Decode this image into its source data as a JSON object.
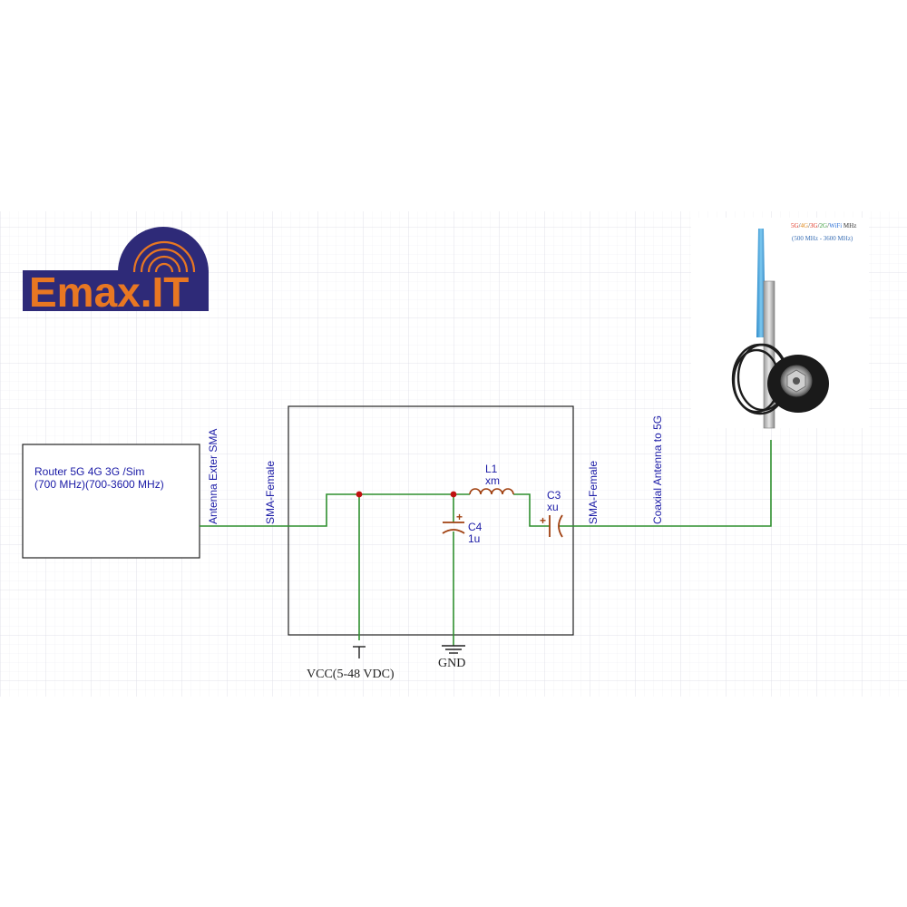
{
  "logo": {
    "text": "Emax.IT",
    "colors": {
      "banner": "#2e2a78",
      "text": "#e87722",
      "arcs": "#2e2a78"
    }
  },
  "router": {
    "line1": "Router 5G 4G 3G /Sim",
    "line2": "(700 MHz)(700-3600 MHz)"
  },
  "labels": {
    "antenna_exter_sma": "Antenna Exter SMA",
    "sma_female_left": "SMA-Female",
    "sma_female_right": "SMA-Female",
    "coaxial_antenna": "Coaxial Antenna to 5G",
    "vcc": "VCC(5-48 VDC)",
    "gnd": "GND"
  },
  "components": {
    "l1": {
      "ref": "L1",
      "value": "xm"
    },
    "c3": {
      "ref": "C3",
      "value": "xu"
    },
    "c4": {
      "ref": "C4",
      "value": "1u"
    },
    "polarity": "+"
  },
  "antenna_photo": {
    "bands_parts": [
      {
        "text": "5G",
        "color": "#e0301e"
      },
      {
        "text": "/",
        "color": "#444444"
      },
      {
        "text": "4G",
        "color": "#e08a1e"
      },
      {
        "text": "/",
        "color": "#444444"
      },
      {
        "text": "3G",
        "color": "#e0301e"
      },
      {
        "text": "/",
        "color": "#444444"
      },
      {
        "text": "2G",
        "color": "#3a9d3a"
      },
      {
        "text": "/",
        "color": "#444444"
      },
      {
        "text": "WiFi",
        "color": "#2a6fd6"
      },
      {
        "text": " MHz",
        "color": "#333333"
      }
    ],
    "range": "(500 MHz - 3600 MHz)",
    "range_color": "#3a6fb5"
  },
  "colors": {
    "wire": "#2f8f2f",
    "box": "#222222",
    "component": "#a04010",
    "junction": "#c01010",
    "grid": "#e6e6ec",
    "text_blue": "#1a1aa6"
  }
}
